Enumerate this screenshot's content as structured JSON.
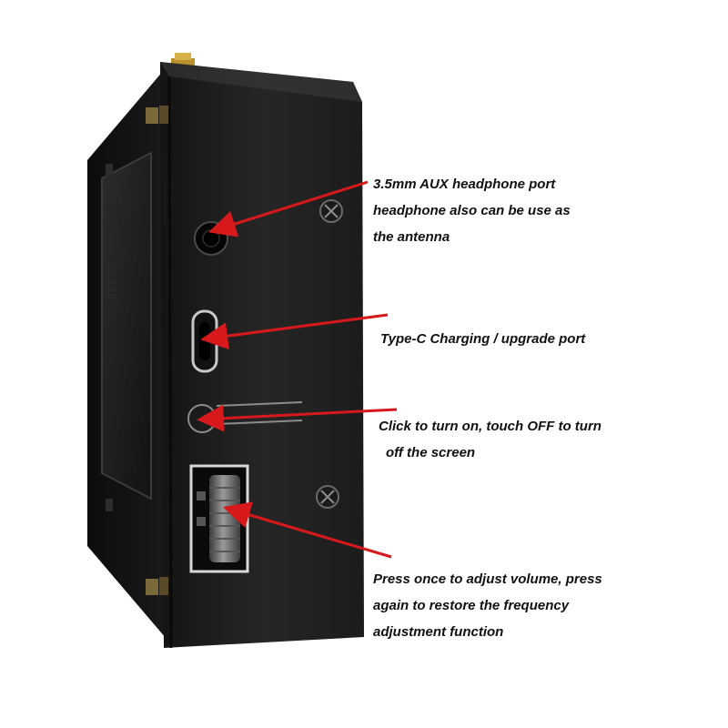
{
  "callouts": {
    "aux": {
      "line1": "3.5mm AUX headphone port",
      "line2": "headphone also can be use as",
      "line3": "the antenna"
    },
    "typec": {
      "line1": "Type-C Charging  / upgrade port"
    },
    "power": {
      "line1": "Click to turn on, touch OFF to turn",
      "line2": "off the screen"
    },
    "wheel": {
      "line1": "Press once to adjust volume, press",
      "line2": "again to restore the frequency",
      "line3": "adjustment function"
    }
  },
  "colors": {
    "arrow": "#d7191c",
    "device_body": "#1e1e1e",
    "text": "#111111"
  }
}
